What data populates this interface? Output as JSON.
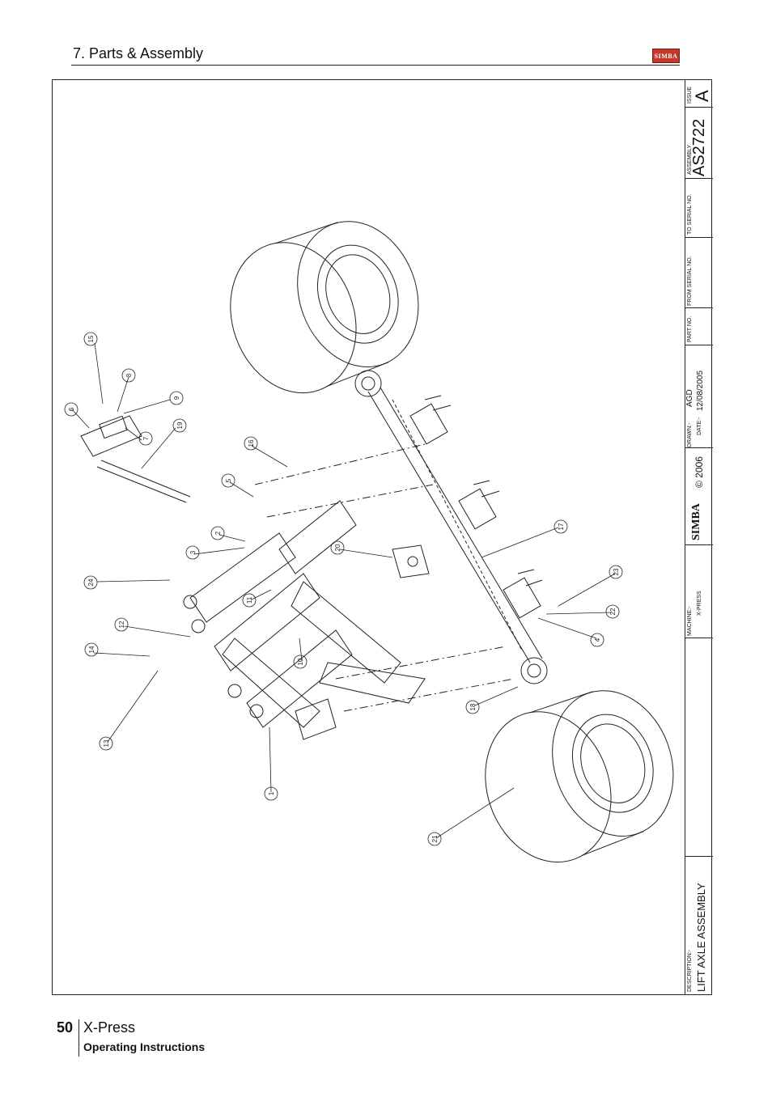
{
  "header": {
    "section_title": "7. Parts & Assembly",
    "logo_text": "SIMBA"
  },
  "title_block": {
    "issue_label": "ISSUE",
    "issue_value": "A",
    "assembly_label": "ASSEMBLY",
    "assembly_value": "AS2722",
    "to_serial_label": "TO SERIAL NO.",
    "from_serial_label": "FROM SERIAL NO.",
    "part_no_label": "PART NO.",
    "drawn_label": "DRAWN:-",
    "drawn_value": "AGD",
    "date_label": "DATE:-",
    "date_value": "12/08/2005",
    "copyright": "© 2006",
    "brand": "SIMBA",
    "machine_label": "MACHINE:-",
    "machine_value": "X-PRESS",
    "description_label": "DESCRIPTION:-",
    "description_value": "LIFT AXLE ASSEMBLY"
  },
  "callouts": [
    "1",
    "2",
    "3",
    "4",
    "5",
    "6",
    "7",
    "8",
    "9",
    "10",
    "11",
    "12",
    "13",
    "14",
    "15",
    "16",
    "17",
    "18",
    "19",
    "20",
    "21",
    "22",
    "23",
    "24"
  ],
  "footer": {
    "page_number": "50",
    "product": "X-Press",
    "subtitle": "Operating Instructions"
  }
}
